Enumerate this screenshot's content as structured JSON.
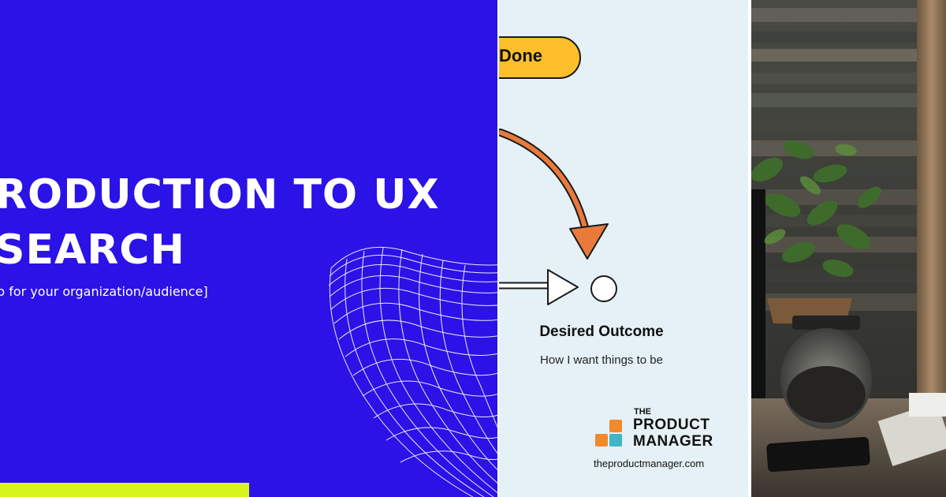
{
  "slide": {
    "title_line1": "RODUCTION TO UX",
    "title_line2": "SEARCH",
    "subtitle": "p for your organization/audience]",
    "colors": {
      "background": "#2b12e6",
      "accent_bar": "#d7f51b",
      "text": "#ffffff"
    }
  },
  "diagram": {
    "pill_label": "Done",
    "outcome_title": "Desired Outcome",
    "outcome_description": "How I want things to be",
    "logo": {
      "the": "THE",
      "product": "PRODUCT",
      "manager": "MANAGER"
    },
    "url": "theproductmanager.com",
    "colors": {
      "background": "#e5f1f6",
      "pill": "#fcbf2b",
      "arrow": "#e97a3c",
      "logo_orange": "#f08a2c",
      "logo_teal": "#3fb6c6"
    }
  },
  "photo": {
    "description_icon": "desk-plant-photo"
  }
}
